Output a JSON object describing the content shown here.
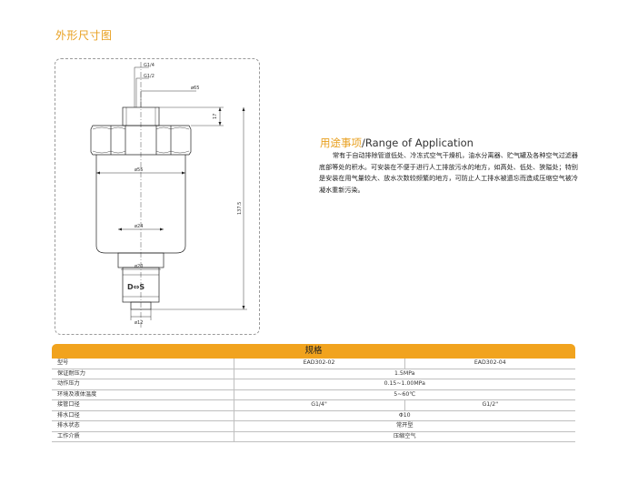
{
  "drawing": {
    "section_title": "外形尺寸图",
    "labels": {
      "g14": "G1/4",
      "g12": "G1/2",
      "d65": "ø65",
      "h17": "17",
      "d55": "ø55",
      "h1375": "137.5",
      "d24": "ø24",
      "d20": "ø20",
      "d12": "ø12",
      "flow_mark": "D⇔S"
    }
  },
  "application": {
    "title_cn": "用途事项",
    "title_en": "/Range of Application",
    "body": "常有于自动排除管道低处、冷冻式空气干燥机，油水分离器、贮气罐及各种空气过滤器底部等处的积水。可安装在不便于进行人工排放污水的地方，如高处、低处、狭隘处；特别是安装在用气量较大、放水次数较频繁的地方，可防止人工排水被遗忘而造成压缩空气被冷凝水重新污染。"
  },
  "specs": {
    "header": "规格",
    "rows": [
      {
        "label": "型号",
        "values": [
          "EAD302-02",
          "EAD302-04"
        ]
      },
      {
        "label": "保证耐压力",
        "values": [
          "1.5MPa"
        ]
      },
      {
        "label": "动作压力",
        "values": [
          "0.15~1.00MPa"
        ]
      },
      {
        "label": "环境及液体温度",
        "values": [
          "5~60℃"
        ]
      },
      {
        "label": "接管口径",
        "values": [
          "G1/4\"",
          "G1/2\""
        ]
      },
      {
        "label": "排水口径",
        "values": [
          "Φ10"
        ]
      },
      {
        "label": "排水状态",
        "values": [
          "常开型"
        ]
      },
      {
        "label": "工作介质",
        "values": [
          "压缩空气"
        ]
      }
    ]
  },
  "colors": {
    "accent": "#f1a31e",
    "title_orange": "#e8a020"
  }
}
